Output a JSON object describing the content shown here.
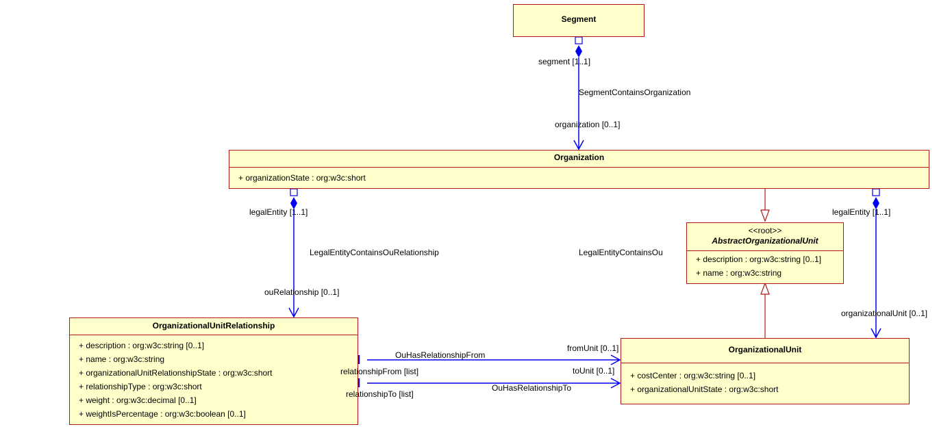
{
  "classes": {
    "segment": {
      "name": "Segment"
    },
    "organization": {
      "name": "Organization",
      "attrs": [
        "+ organizationState : org:w3c:short"
      ]
    },
    "abstract_ou": {
      "stereotype": "<<root>>",
      "name": "AbstractOrganizationalUnit",
      "attrs": [
        "+ description : org:w3c:string [0..1]",
        "+ name : org:w3c:string"
      ]
    },
    "ou_relationship": {
      "name": "OrganizationalUnitRelationship",
      "attrs": [
        "+ description : org:w3c:string [0..1]",
        "+ name : org:w3c:string",
        "+ organizationalUnitRelationshipState : org:w3c:short",
        "+ relationshipType : org:w3c:short",
        "+ weight : org:w3c:decimal [0..1]",
        "+ weightIsPercentage : org:w3c:boolean [0..1]"
      ]
    },
    "ou": {
      "name": "OrganizationalUnit",
      "attrs": [
        "+ costCenter : org:w3c:string [0..1]",
        "+ organizationalUnitState : org:w3c:short"
      ]
    }
  },
  "associations": {
    "segment_contains_org": {
      "name": "SegmentContainsOrganization",
      "source_role": "segment [1..1]",
      "target_role": "organization [0..1]"
    },
    "legal_contains_ourel": {
      "name": "LegalEntityContainsOuRelationship",
      "source_role": "legalEntity [1..1]",
      "target_role": "ouRelationship [0..1]"
    },
    "legal_contains_ou": {
      "name": "LegalEntityContainsOu",
      "source_role": "legalEntity [1..1]",
      "target_role": "organizationalUnit [0..1]"
    },
    "ou_has_rel_from": {
      "name": "OuHasRelationshipFrom",
      "source_role": "relationshipFrom [list]",
      "target_role": "fromUnit [0..1]"
    },
    "ou_has_rel_to": {
      "name": "OuHasRelationshipTo",
      "source_role": "relationshipTo [list]",
      "target_role": "toUnit [0..1]"
    }
  },
  "colors": {
    "class_fill": "#ffffcc",
    "class_border": "#b01818",
    "association": "#0000ee",
    "generalization": "#b01818"
  }
}
